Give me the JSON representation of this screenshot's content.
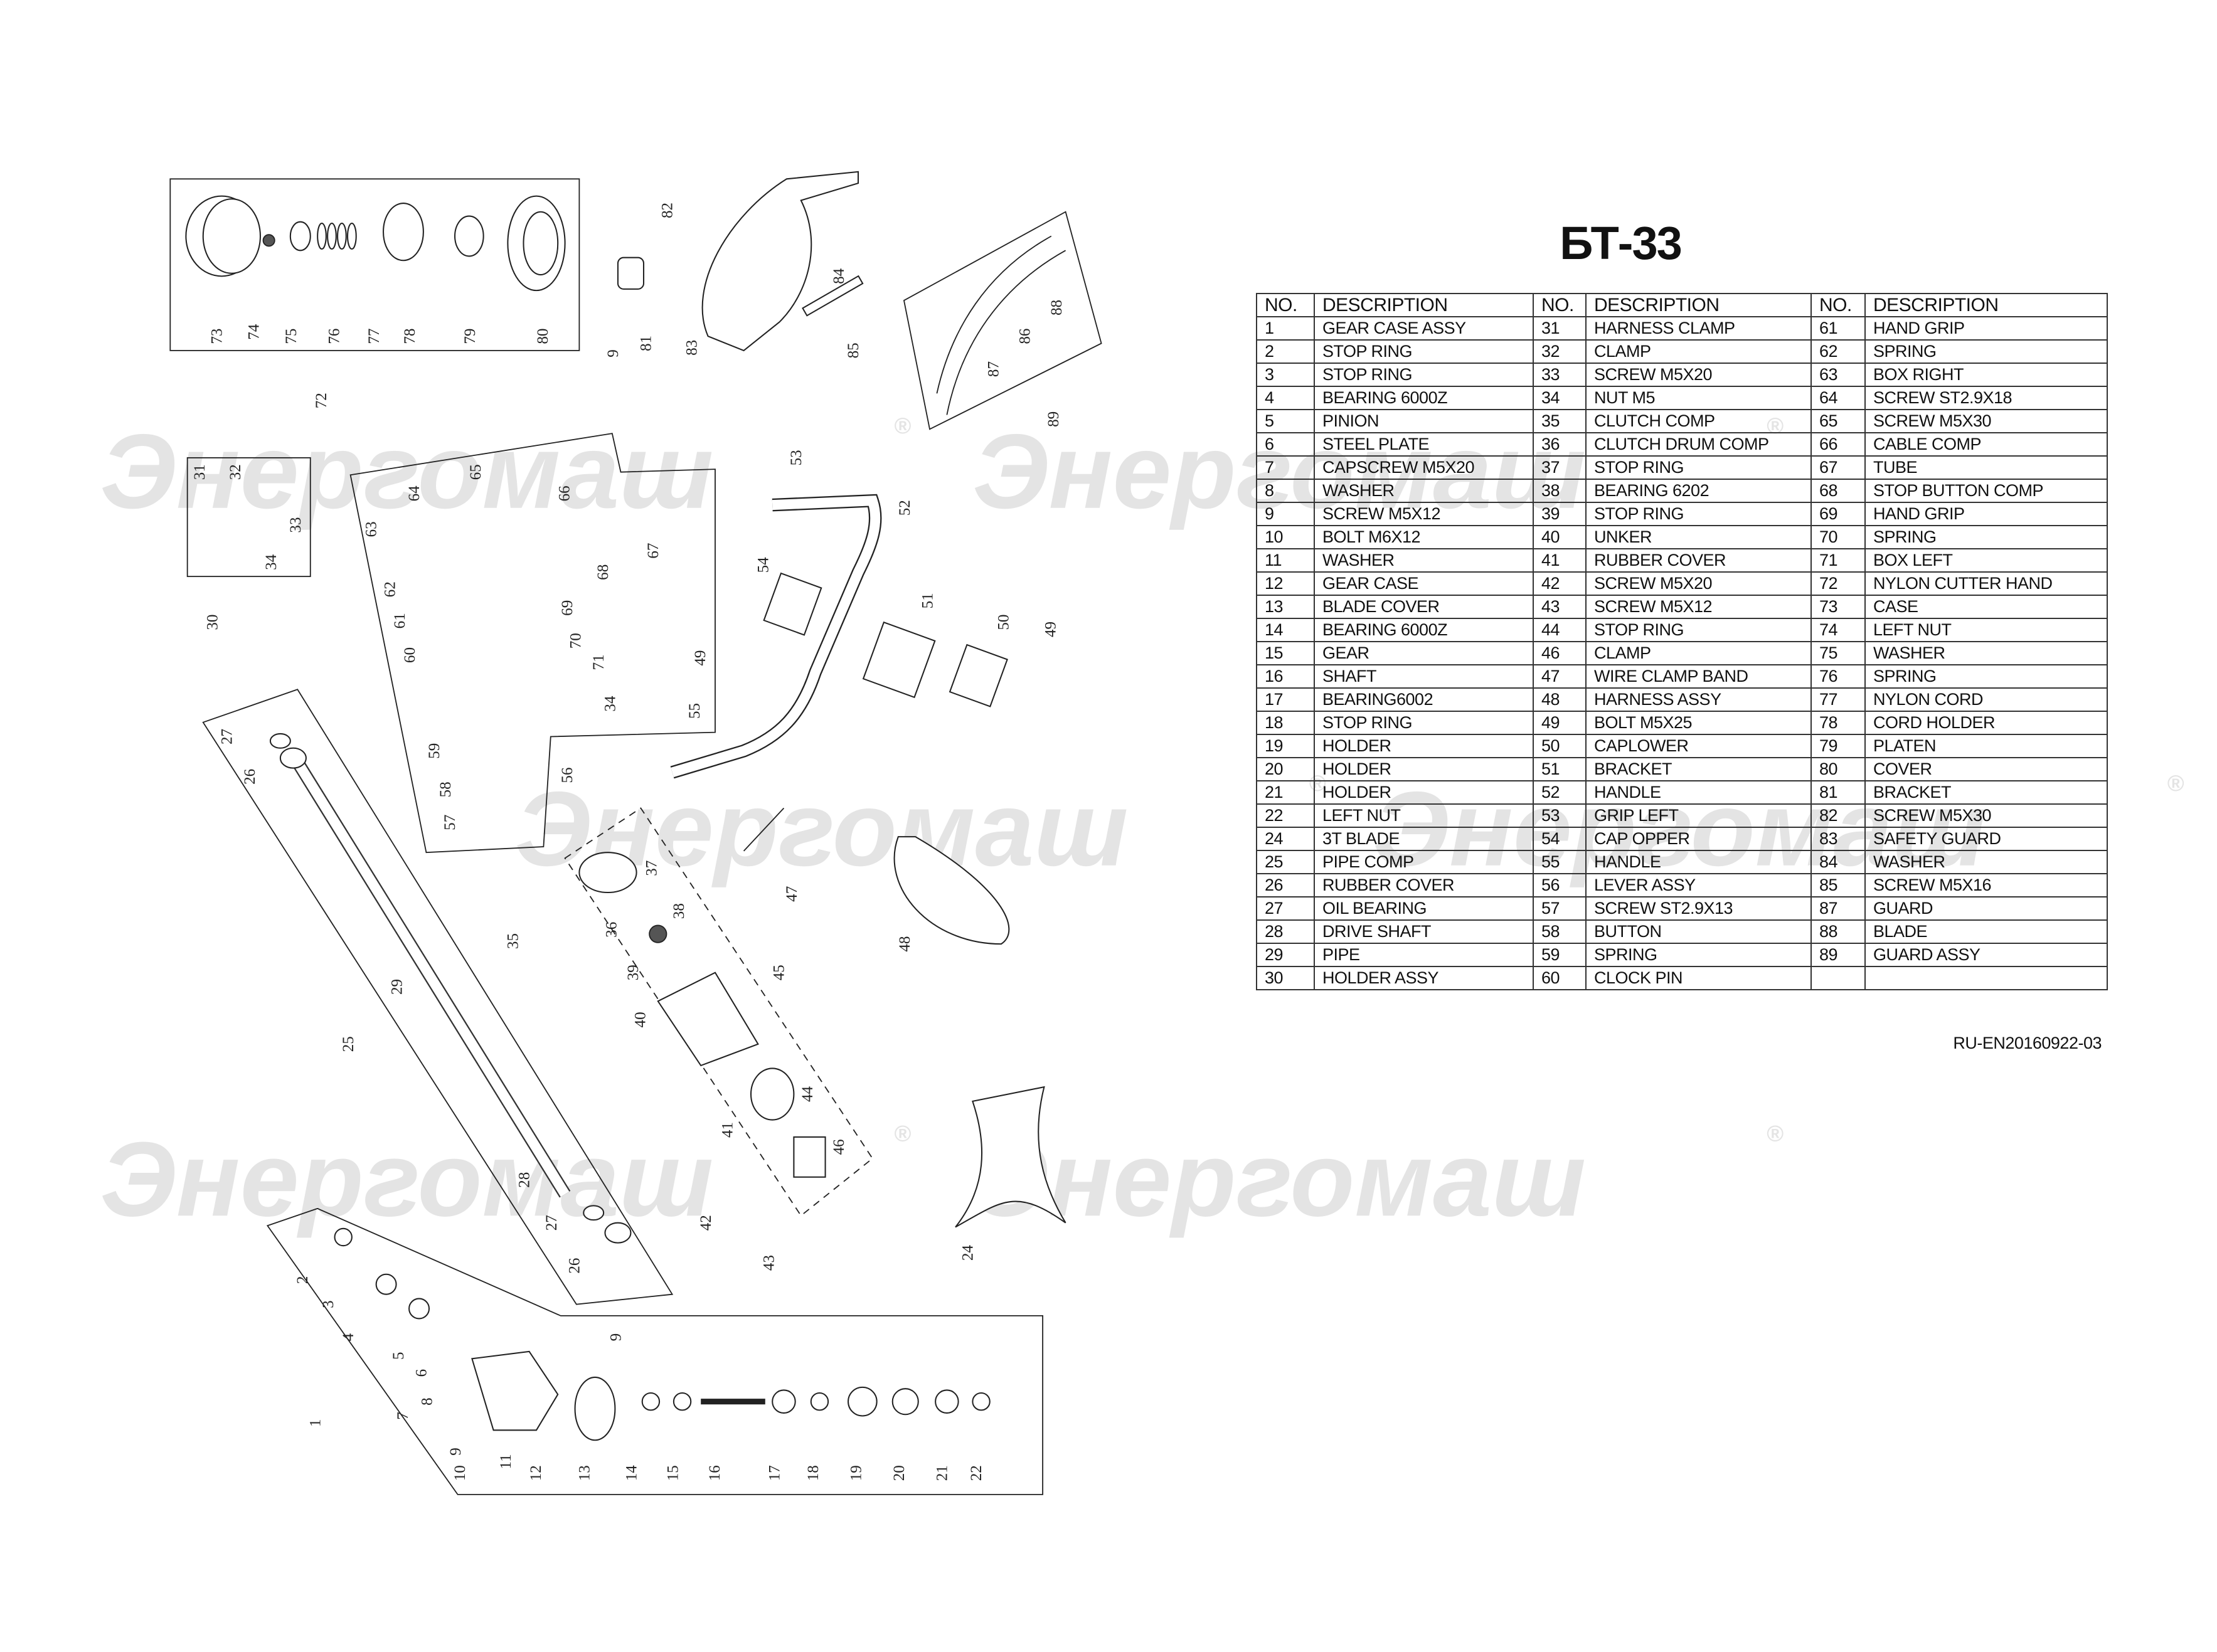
{
  "title": "БТ-33",
  "watermark": {
    "text": "Энергомаш",
    "mark": "®"
  },
  "table": {
    "headers": [
      "NO.",
      "DESCRIPTION",
      "NO.",
      "DESCRIPTION",
      "NO.",
      "DESCRIPTION"
    ],
    "rows": [
      [
        "1",
        "GEAR CASE ASSY",
        "31",
        "HARNESS CLAMP",
        "61",
        "HAND GRIP"
      ],
      [
        "2",
        "STOP RING",
        "32",
        "CLAMP",
        "62",
        "SPRING"
      ],
      [
        "3",
        "STOP RING",
        "33",
        "SCREW M5X20",
        "63",
        "BOX RIGHT"
      ],
      [
        "4",
        "BEARING 6000Z",
        "34",
        "NUT M5",
        "64",
        "SCREW ST2.9X18"
      ],
      [
        "5",
        "PINION",
        "35",
        "CLUTCH COMP",
        "65",
        "SCREW M5X30"
      ],
      [
        "6",
        "STEEL PLATE",
        "36",
        "CLUTCH DRUM COMP",
        "66",
        "CABLE COMP"
      ],
      [
        "7",
        "CAPSCREW M5X20",
        "37",
        "STOP RING",
        "67",
        "TUBE"
      ],
      [
        "8",
        "WASHER",
        "38",
        "BEARING 6202",
        "68",
        "STOP BUTTON COMP"
      ],
      [
        "9",
        "SCREW M5X12",
        "39",
        "STOP RING",
        "69",
        "HAND GRIP"
      ],
      [
        "10",
        "BOLT M6X12",
        "40",
        "UNKER",
        "70",
        "SPRING"
      ],
      [
        "11",
        "WASHER",
        "41",
        "RUBBER COVER",
        "71",
        "BOX LEFT"
      ],
      [
        "12",
        "GEAR CASE",
        "42",
        "SCREW M5X20",
        "72",
        "NYLON CUTTER HAND"
      ],
      [
        "13",
        "BLADE COVER",
        "43",
        "SCREW M5X12",
        "73",
        "CASE"
      ],
      [
        "14",
        "BEARING 6000Z",
        "44",
        "STOP RING",
        "74",
        "LEFT NUT"
      ],
      [
        "15",
        "GEAR",
        "46",
        "CLAMP",
        "75",
        "WASHER"
      ],
      [
        "16",
        "SHAFT",
        "47",
        "WIRE CLAMP BAND",
        "76",
        "SPRING"
      ],
      [
        "17",
        "BEARING6002",
        "48",
        "HARNESS ASSY",
        "77",
        "NYLON CORD"
      ],
      [
        "18",
        "STOP RING",
        "49",
        "BOLT M5X25",
        "78",
        "CORD HOLDER"
      ],
      [
        "19",
        "HOLDER",
        "50",
        "CAPLOWER",
        "79",
        "PLATEN"
      ],
      [
        "20",
        "HOLDER",
        "51",
        "BRACKET",
        "80",
        "COVER"
      ],
      [
        "21",
        "HOLDER",
        "52",
        "HANDLE",
        "81",
        "BRACKET"
      ],
      [
        "22",
        "LEFT NUT",
        "53",
        "GRIP LEFT",
        "82",
        "SCREW M5X30"
      ],
      [
        "24",
        "3T BLADE",
        "54",
        "CAP OPPER",
        "83",
        "SAFETY GUARD"
      ],
      [
        "25",
        "PIPE COMP",
        "55",
        "HANDLE",
        "84",
        "WASHER"
      ],
      [
        "26",
        "RUBBER COVER",
        "56",
        "LEVER ASSY",
        "85",
        "SCREW M5X16"
      ],
      [
        "27",
        "OIL BEARING",
        "57",
        "SCREW ST2.9X13",
        "87",
        "GUARD"
      ],
      [
        "28",
        "DRIVE SHAFT",
        "58",
        "BUTTON",
        "88",
        "BLADE"
      ],
      [
        "29",
        "PIPE",
        "59",
        "SPRING",
        "89",
        "GUARD ASSY"
      ],
      [
        "30",
        "HOLDER ASSY",
        "60",
        "CLOCK PIN",
        "",
        ""
      ]
    ]
  },
  "doc_code": "RU-EN20160922-03",
  "diagram": {
    "callouts": [
      "73",
      "74",
      "75",
      "76",
      "77",
      "78",
      "79",
      "80",
      "72",
      "82",
      "81",
      "9",
      "83",
      "84",
      "85",
      "86",
      "88",
      "87",
      "89",
      "31",
      "32",
      "33",
      "34",
      "30",
      "65",
      "64",
      "63",
      "66",
      "67",
      "68",
      "62",
      "61",
      "69",
      "70",
      "71",
      "60",
      "34",
      "59",
      "58",
      "57",
      "56",
      "53",
      "52",
      "54",
      "49",
      "51",
      "50",
      "49",
      "55",
      "27",
      "26",
      "29",
      "25",
      "28",
      "27",
      "26",
      "37",
      "36",
      "35",
      "38",
      "39",
      "40",
      "45",
      "41",
      "44",
      "46",
      "47",
      "48",
      "42",
      "43",
      "24",
      "1",
      "2",
      "3",
      "4",
      "5",
      "6",
      "8",
      "7",
      "9",
      "10",
      "11",
      "12",
      "13",
      "14",
      "15",
      "16",
      "17",
      "18",
      "19",
      "20",
      "21",
      "22",
      "9"
    ]
  }
}
